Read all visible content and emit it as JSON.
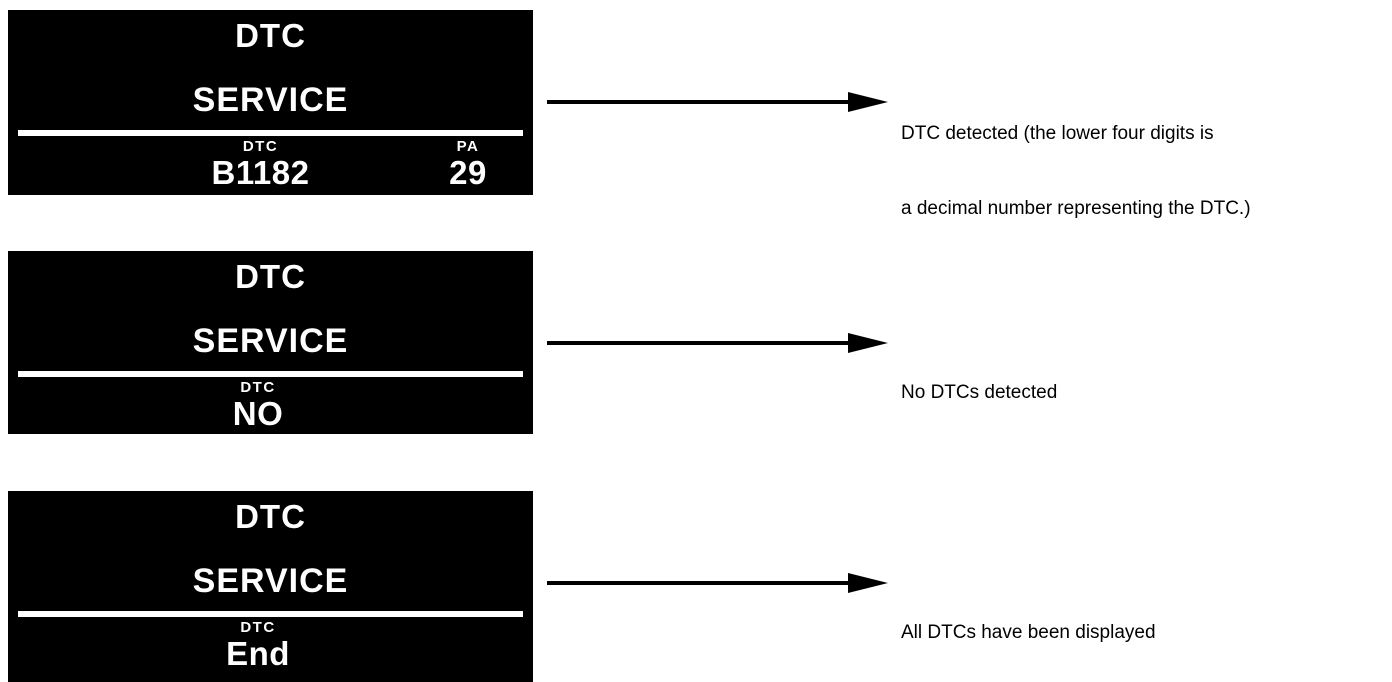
{
  "diagram": {
    "panels": [
      {
        "id": "panel-1",
        "title": "DTC",
        "subtitle": "SERVICE",
        "fields": [
          {
            "label": "DTC",
            "value": "B1182"
          },
          {
            "label": "PA",
            "value": "29"
          }
        ],
        "callout": {
          "line1": "DTC detected (the lower four digits is",
          "line2": "a decimal number representing the DTC.)"
        }
      },
      {
        "id": "panel-2",
        "title": "DTC",
        "subtitle": "SERVICE",
        "fields": [
          {
            "label": "DTC",
            "value": "NO"
          }
        ],
        "callout": {
          "line1": "No DTCs detected",
          "line2": ""
        }
      },
      {
        "id": "panel-3",
        "title": "DTC",
        "subtitle": "SERVICE",
        "fields": [
          {
            "label": "DTC",
            "value": "End"
          }
        ],
        "callout": {
          "line1": "All DTCs have been displayed",
          "line2": ""
        }
      }
    ],
    "colors": {
      "screen_background": "#000000",
      "screen_text": "#ffffff",
      "page_background": "#ffffff",
      "arrow": "#000000"
    }
  }
}
